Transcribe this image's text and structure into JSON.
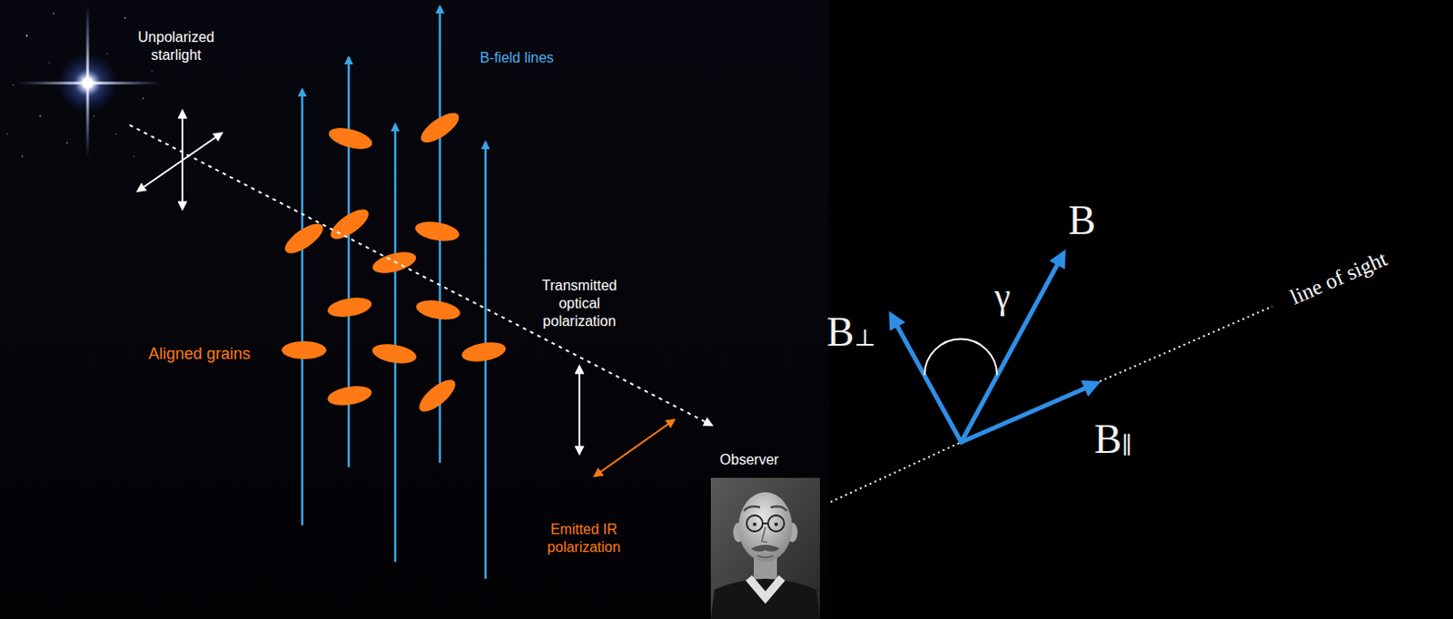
{
  "diagram": {
    "labels": [
      "Unpolarized starlight",
      "B-field lines",
      "Aligned grains",
      "Transmitted optical polarization",
      "Emitted IR polarization",
      "Observer",
      "B⊥",
      "γ",
      "B",
      "B∥",
      "line of sight"
    ]
  }
}
